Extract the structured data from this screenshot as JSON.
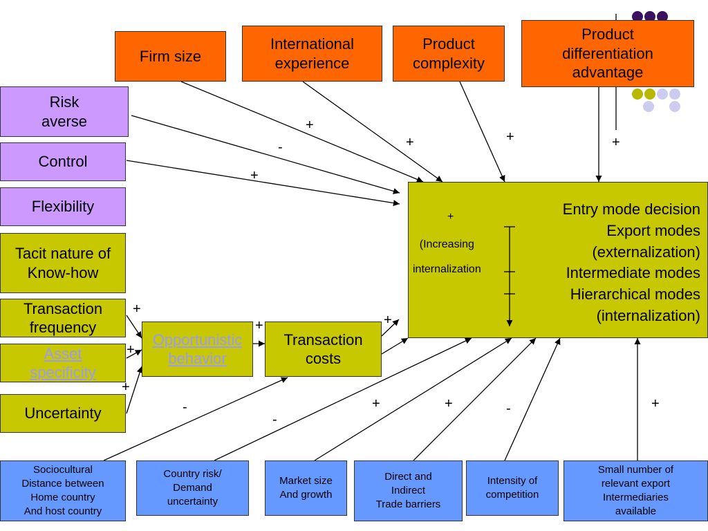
{
  "top_factors": [
    {
      "id": "firm-size",
      "label": "Firm size"
    },
    {
      "id": "international-experience",
      "label": "International\nexperience"
    },
    {
      "id": "product-complexity",
      "label": "Product\ncomplexity"
    },
    {
      "id": "product-differentiation",
      "label": "Product\ndifferentiation\nadvantage"
    }
  ],
  "left_factors": [
    {
      "id": "risk-averse",
      "label": "Risk\naverse"
    },
    {
      "id": "control",
      "label": "Control"
    },
    {
      "id": "flexibility",
      "label": "Flexibility"
    }
  ],
  "transaction_factors": [
    {
      "id": "tacit-know-how",
      "label": "Tacit nature of\nKnow-how"
    },
    {
      "id": "transaction-frequency",
      "label": "Transaction\nfrequency"
    },
    {
      "id": "asset-specificity",
      "label": "Asset\nspecificity"
    },
    {
      "id": "uncertainty",
      "label": "Uncertainty"
    }
  ],
  "opportunistic": "Opportunistic\nbehavior",
  "transaction_costs": "Transaction\ncosts",
  "entry_mode": {
    "lines": "Entry mode decision\nExport modes\n(externalization)\nIntermediate modes\nHierarchical modes\n(internalization)",
    "plus": "+",
    "increasing": "(Increasing\ninternalization"
  },
  "bottom_factors": [
    {
      "id": "sociocultural-distance",
      "label": "Sociocultural\nDistance between\nHome country\nAnd host country"
    },
    {
      "id": "country-risk",
      "label": "Country risk/\nDemand\nuncertainty"
    },
    {
      "id": "market-size",
      "label": "Market size\nAnd growth"
    },
    {
      "id": "trade-barriers",
      "label": "Direct and\nIndirect\nTrade barriers"
    },
    {
      "id": "competition",
      "label": "Intensity of\ncompetition"
    },
    {
      "id": "export-intermediaries",
      "label": "Small number of\nrelevant export\nIntermediaries\navailable"
    }
  ],
  "signs": {
    "firm_size": "+",
    "risk_averse": "-",
    "intl_experience": "+",
    "product_complexity": "+",
    "product_differentiation": "+",
    "control": "+",
    "frequency": "+",
    "specificity": "+",
    "uncertainty": "+",
    "opportunistic": "+",
    "transaction_costs": "+",
    "sociocultural": "-",
    "country_risk": "-",
    "market_size": "+",
    "trade_barriers": "+",
    "competition": "-",
    "intermediaries": "+"
  },
  "colors": {
    "orange": "#ff6600",
    "purple": "#cc99ff",
    "olive": "#c8c800",
    "blue": "#6699ff",
    "dot_dark": "#3b1260",
    "dot_olive": "#b8b800",
    "dot_light": "#ccccee"
  }
}
